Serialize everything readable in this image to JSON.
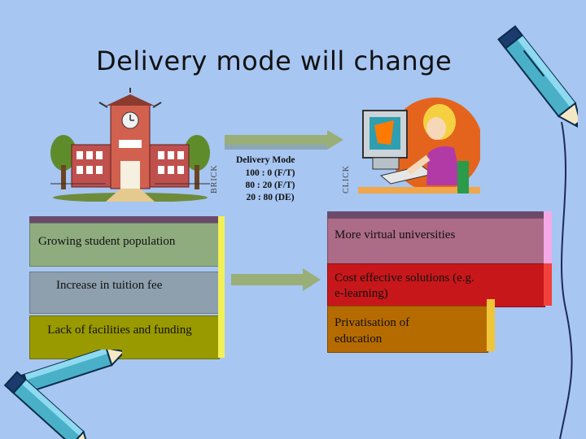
{
  "slide": {
    "title": "Delivery mode will change",
    "left_stack": [
      {
        "label": "Growing student population",
        "color": "#8fac7f"
      },
      {
        "label": "Increase in tuition fee",
        "color": "#8e9fae"
      },
      {
        "label": "Lack of facilities and funding",
        "color": "#999900"
      }
    ],
    "right_stack": [
      {
        "label": "More virtual universities",
        "color": "#ac6b86"
      },
      {
        "label": "Cost effective solutions (e.g. e-learning)",
        "color": "#c8171a"
      },
      {
        "label": "Privatisation of education",
        "color": "#b66b00"
      }
    ],
    "delivery_mode": {
      "heading": "Delivery Mode",
      "lines": [
        "100 : 0 (F/T)",
        "80 : 20 (F/T)",
        "20 : 80 (DE)"
      ]
    },
    "vertical_left": "BRICK",
    "vertical_right": "CLICK",
    "colors": {
      "background": "#a7c6f2",
      "arrow": "#9aae77",
      "shadow_side": "#f1f157",
      "shadow_top": "#6b4a6b"
    },
    "icons": [
      "school-building-icon",
      "girl-at-computer-icon",
      "pencil-icon"
    ]
  }
}
